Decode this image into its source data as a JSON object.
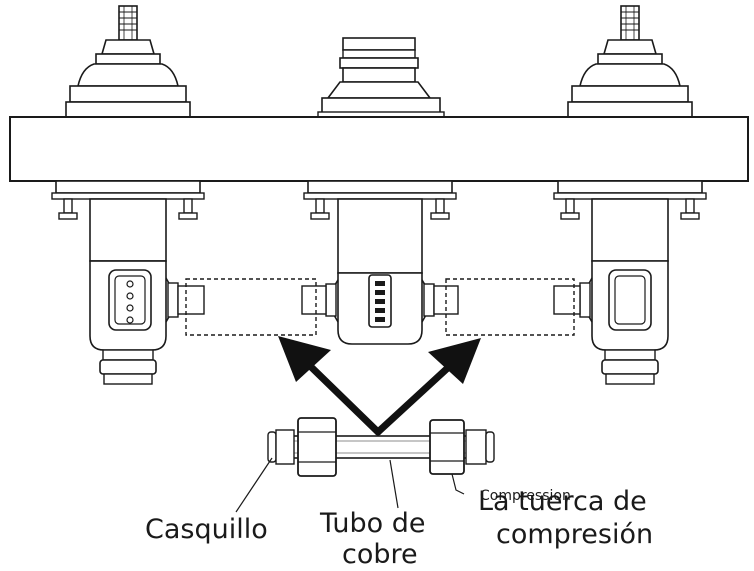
{
  "labels": {
    "casquillo": "Casquillo",
    "tubo_line1": "Tubo de",
    "tubo_line2": "cobre",
    "tuerca_line1": "La tuerca de",
    "tuerca_line2": "compresión",
    "compression_overlay": "Compression"
  },
  "colors": {
    "stroke": "#1a1a1a",
    "fill": "#ffffff",
    "shade": "#e9e9e9",
    "arrow": "#111111"
  }
}
